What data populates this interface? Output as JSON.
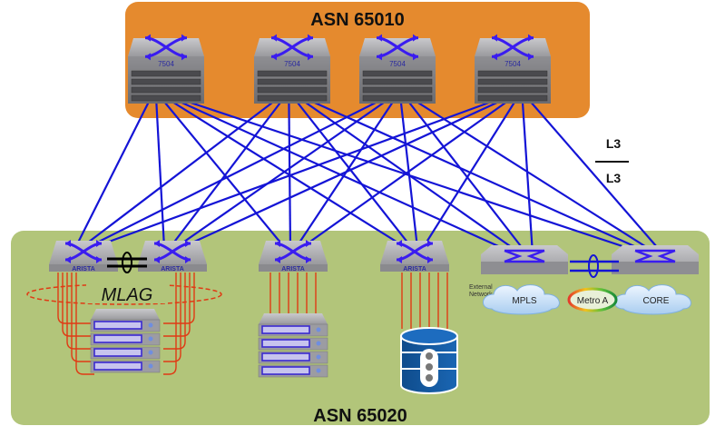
{
  "diagram": {
    "spine_zone": {
      "label": "ASN 65010",
      "color": "#e58a2e"
    },
    "leaf_zone": {
      "label": "ASN 65020",
      "color": "#b2c57a"
    },
    "layer_label_top": "L3",
    "layer_label_bottom": "L3",
    "mlag_label": "MLAG",
    "external_network_label": "External Network",
    "link_color": "#1414d6",
    "access_link_color": "#e03a14",
    "spines": [
      {
        "id": "spine1",
        "model": "7504"
      },
      {
        "id": "spine2",
        "model": "7504"
      },
      {
        "id": "spine3",
        "model": "7504"
      },
      {
        "id": "spine4",
        "model": "7504"
      }
    ],
    "leaves": [
      {
        "id": "leaf1",
        "brand": "ARISTA"
      },
      {
        "id": "leaf2",
        "brand": "ARISTA"
      },
      {
        "id": "leaf3",
        "brand": "ARISTA"
      },
      {
        "id": "leaf4",
        "brand": "ARISTA"
      },
      {
        "id": "border1",
        "brand": ""
      },
      {
        "id": "border2",
        "brand": ""
      }
    ],
    "clouds": [
      {
        "id": "mpls",
        "label": "MPLS"
      },
      {
        "id": "metro",
        "label": "Metro A"
      },
      {
        "id": "core",
        "label": "CORE"
      }
    ]
  }
}
